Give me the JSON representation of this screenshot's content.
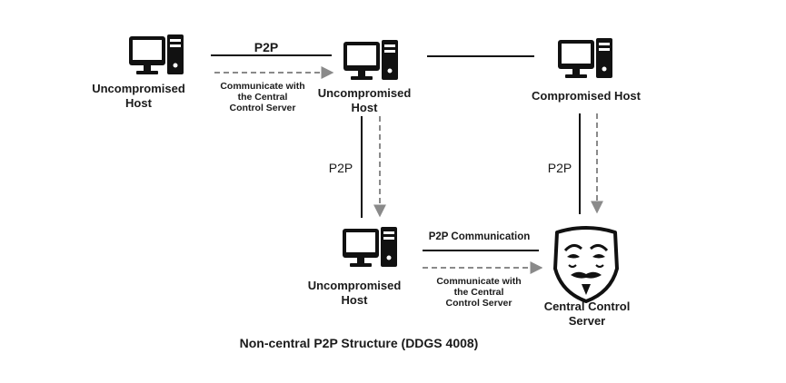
{
  "nodes": {
    "host_left": "Uncompromised\nHost",
    "host_center": "Uncompromised\nHost",
    "host_compromised": "Compromised Host",
    "host_bottom": "Uncompromised\nHost",
    "server": "Central Control\nServer"
  },
  "edges": {
    "p2p_top": "P2P",
    "comm_top": "Communicate with\nthe Central\nControl Server",
    "p2p_vertical_left": "P2P",
    "p2p_vertical_right": "P2P",
    "p2p_communication": "P2P Communication",
    "comm_bottom": "Communicate with\nthe Central\nControl Server"
  },
  "caption": "Non-central P2P Structure (DDGS 4008)",
  "colors": {
    "solid": "#111111",
    "dashed": "#8a8a8a",
    "icon": "#111111"
  },
  "icons": {
    "host": "desktop-computer-icon",
    "server": "anonymous-mask-shield-icon"
  }
}
